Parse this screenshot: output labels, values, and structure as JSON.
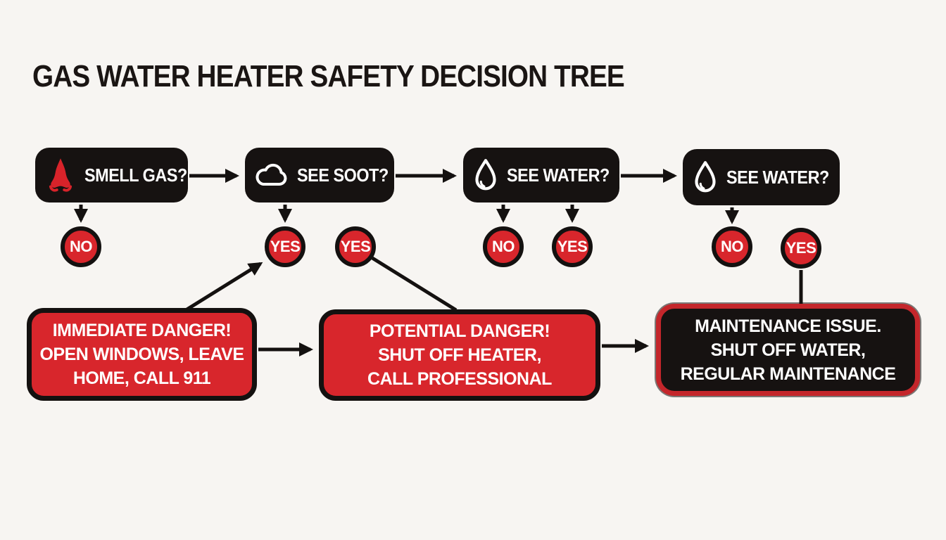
{
  "title": "GAS WATER HEATER SAFETY DECISION TREE",
  "colors": {
    "background": "#f7f5f2",
    "box_black": "#161211",
    "accent_red": "#d8262c",
    "text_white": "#ffffff",
    "line_black": "#141110"
  },
  "decision_nodes": [
    {
      "label": "SMELL GAS?",
      "icon": "nose-icon"
    },
    {
      "label": "SEE SOOT?",
      "icon": "cloud-icon"
    },
    {
      "label": "SEE WATER?",
      "icon": "water-drop-icon"
    },
    {
      "label": "SEE WATER?",
      "icon": "water-drop-icon"
    }
  ],
  "answer_badges": [
    {
      "label": "NO"
    },
    {
      "label": "YES"
    },
    {
      "label": "YES"
    },
    {
      "label": "NO"
    },
    {
      "label": "YES"
    },
    {
      "label": "NO"
    },
    {
      "label": "YES"
    }
  ],
  "outcome_nodes": [
    {
      "style": "red",
      "lines": [
        "IMMEDIATE DANGER!",
        "OPEN WINDOWS, LEAVE",
        "HOME, CALL 911"
      ]
    },
    {
      "style": "red",
      "lines": [
        "POTENTIAL DANGER!",
        "SHUT OFF HEATER,",
        "CALL PROFESSIONAL"
      ]
    },
    {
      "style": "black",
      "lines": [
        "MAINTENANCE ISSUE.",
        "SHUT OFF WATER,",
        "REGULAR MAINTENANCE"
      ]
    }
  ]
}
